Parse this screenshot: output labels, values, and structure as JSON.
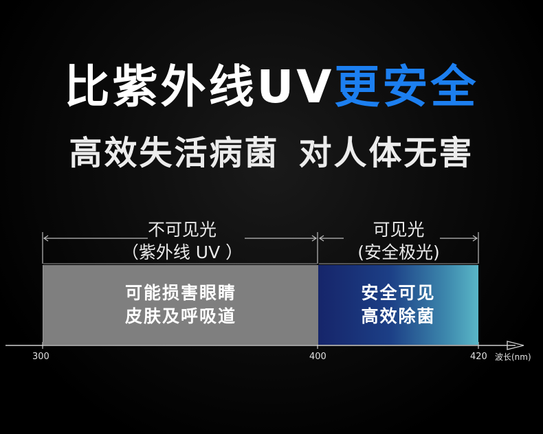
{
  "headline": {
    "white_text": "比紫外线UV",
    "blue_text": "更安全"
  },
  "subline": {
    "left_text": "高效失活病菌",
    "right_text": "对人体无害"
  },
  "diagram": {
    "uv_range": {
      "label_line1": "不可见光",
      "label_line2": "（紫外线 UV ）",
      "bar_line1": "可能损害眼睛",
      "bar_line2": "皮肤及呼吸道",
      "color": "#7f7f7f"
    },
    "visible_range": {
      "label_line1": "可见光",
      "label_line2": "(安全极光)",
      "bar_line1": "安全可见",
      "bar_line2": "高效除菌"
    },
    "axis": {
      "ticks": [
        "300",
        "400",
        "420"
      ],
      "unit_label": "波长(nm)"
    }
  },
  "colors": {
    "background": "#000000",
    "accent_blue": "#1c7ff0",
    "uv_gray": "#7f7f7f",
    "safe_gradient_start": "#16256a",
    "safe_gradient_end": "#5ab6c7"
  }
}
